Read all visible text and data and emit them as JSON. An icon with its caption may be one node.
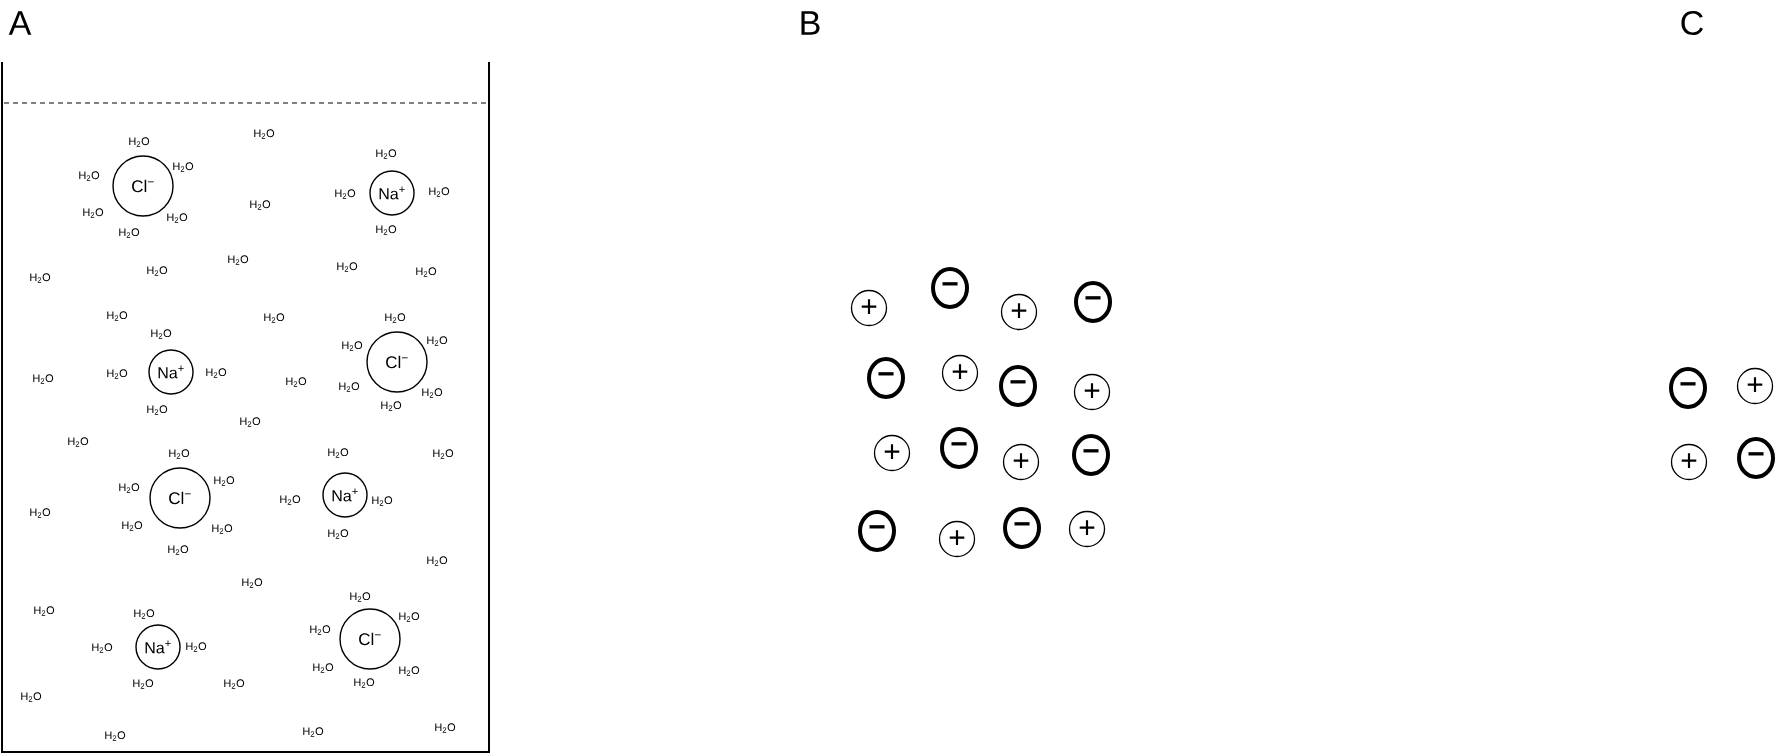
{
  "diagram": {
    "nodes": [
      {
        "text": [
          "Cl$^{−}$"
        ]
      },
      {
        "text": [
          "Na$^{+}$"
        ]
      },
      {
        "text": [
          "Na$^{+}$"
        ]
      },
      {
        "text": [
          "Cl$^{−}$"
        ]
      },
      {
        "text": [
          "Cl$^{−}$"
        ]
      },
      {
        "text": [
          "Na$^{+}$"
        ]
      },
      {
        "text": [
          "Cl$^{−}$"
        ]
      },
      {
        "text": [
          "Na$^{+}$"
        ]
      },
      {
        "text": [
          "+"
        ]
      },
      {
        "text": [
          "−"
        ]
      },
      {
        "text": [
          "+"
        ]
      },
      {
        "text": [
          "−"
        ]
      },
      {
        "text": [
          "−"
        ]
      },
      {
        "text": [
          "+"
        ]
      },
      {
        "text": [
          "−"
        ]
      },
      {
        "text": [
          "+"
        ]
      },
      {
        "text": [
          "+"
        ]
      },
      {
        "text": [
          "−"
        ]
      },
      {
        "text": [
          "+"
        ]
      },
      {
        "text": [
          "−"
        ]
      },
      {
        "text": [
          "−"
        ]
      },
      {
        "text": [
          "+"
        ]
      },
      {
        "text": [
          "−"
        ]
      },
      {
        "text": [
          "+"
        ]
      },
      {
        "text": [
          "−"
        ]
      },
      {
        "text": [
          "+"
        ]
      },
      {
        "text": [
          "+"
        ]
      },
      {
        "text": [
          "−"
        ]
      }
    ],
    "labels": [
      "A",
      "B",
      "C",
      "H$_{2}$O",
      "H$_{2}$O",
      "H$_{2}$O",
      "H$_{2}$O",
      "H$_{2}$O",
      "H$_{2}$O",
      "H$_{2}$O",
      "H$_{2}$O",
      "H$_{2}$O",
      "H$_{2}$O",
      "H$_{2}$O",
      "H$_{2}$O",
      "H$_{2}$O",
      "H$_{2}$O",
      "H$_{2}$O",
      "H$_{2}$O",
      "H$_{2}$O",
      "H$_{2}$O",
      "H$_{2}$O",
      "H$_{2}$O",
      "H$_{2}$O",
      "H$_{2}$O",
      "H$_{2}$O",
      "H$_{2}$O",
      "H$_{2}$O",
      "H$_{2}$O",
      "H$_{2}$O",
      "H$_{2}$O",
      "H$_{2}$O",
      "H$_{2}$O",
      "H$_{2}$O",
      "H$_{2}$O",
      "H$_{2}$O",
      "H$_{2}$O",
      "H$_{2}$O",
      "H$_{2}$O",
      "H$_{2}$O",
      "H$_{2}$O",
      "H$_{2}$O",
      "H$_{2}$O",
      "H$_{2}$O",
      "H$_{2}$O",
      "H$_{2}$O",
      "H$_{2}$O",
      "H$_{2}$O",
      "H$_{2}$O",
      "H$_{2}$O",
      "H$_{2}$O",
      "H$_{2}$O",
      "H$_{2}$O",
      "H$_{2}$O",
      "H$_{2}$O",
      "H$_{2}$O",
      "H$_{2}$O",
      "H$_{2}$O",
      "H$_{2}$O",
      "H$_{2}$O",
      "H$_{2}$O",
      "H$_{2}$O",
      "H$_{2}$O",
      "H$_{2}$O",
      "H$_{2}$O",
      "H$_{2}$O"
    ]
  }
}
